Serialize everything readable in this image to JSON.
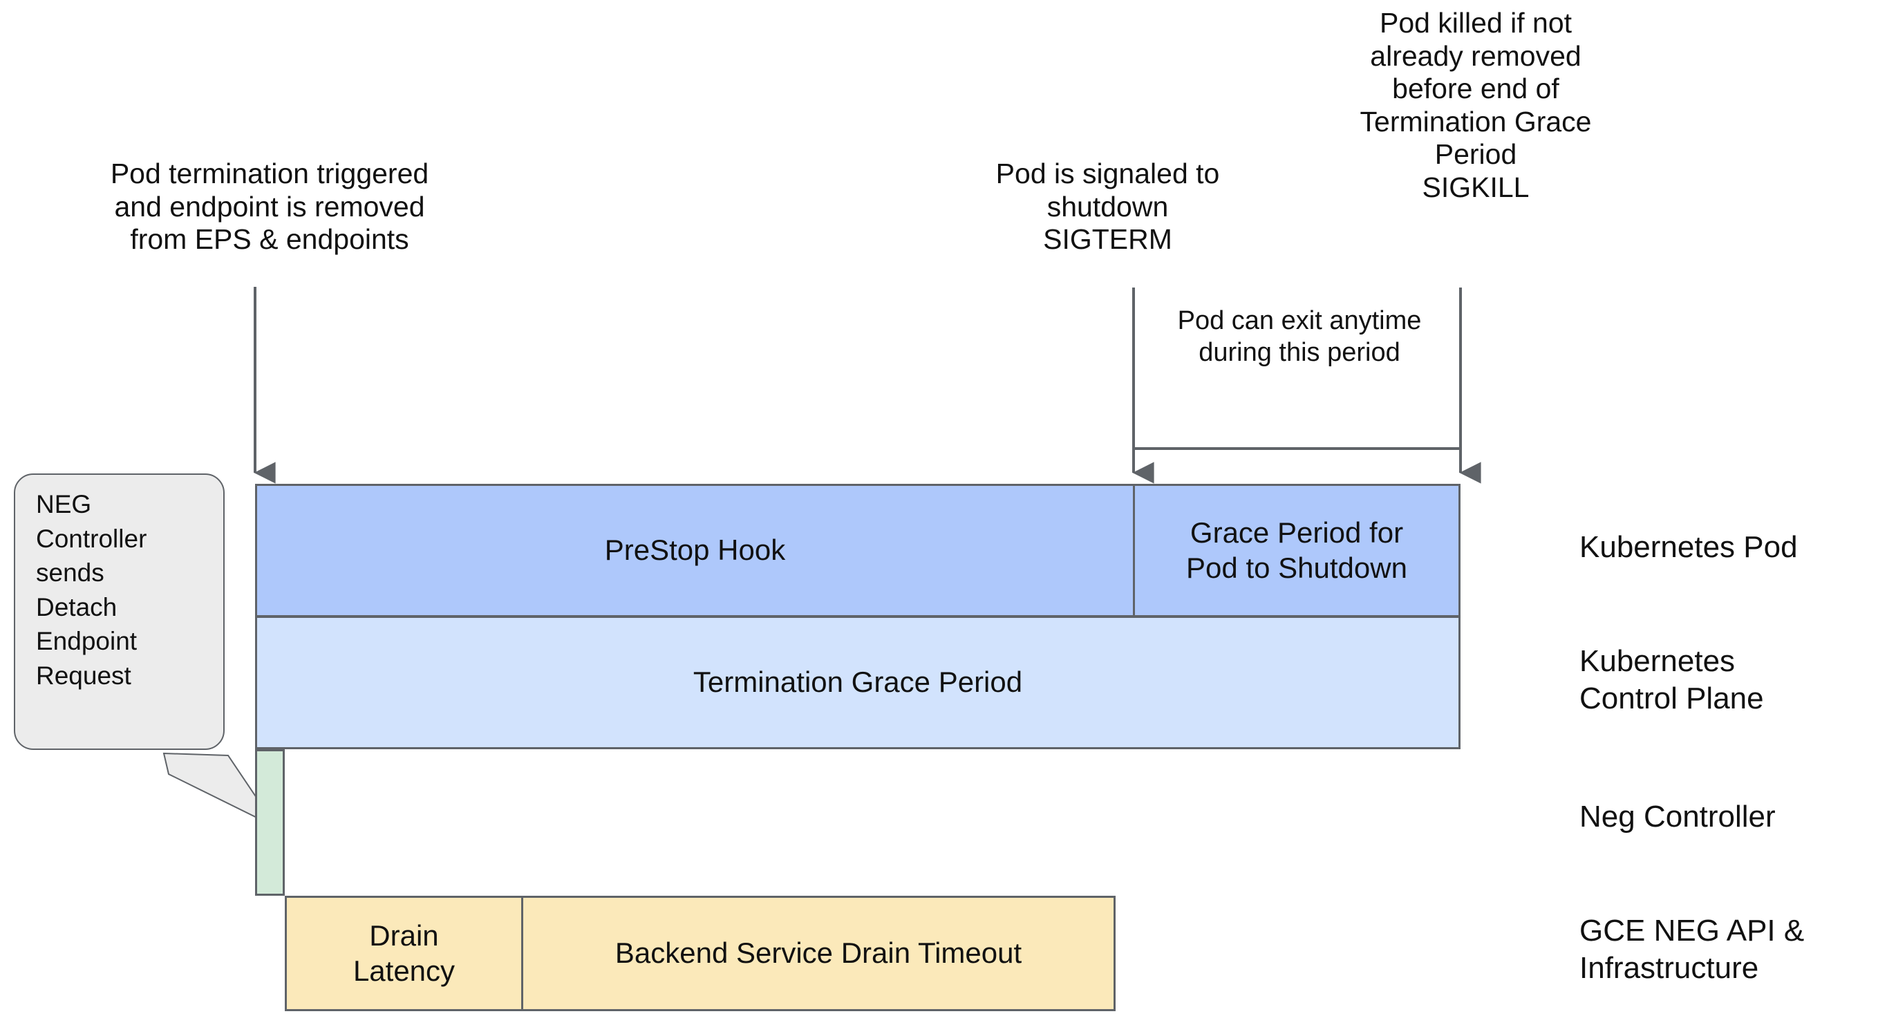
{
  "diagram": {
    "title_annotations": [
      {
        "id": "pod-termination-triggered",
        "text": "Pod termination triggered\nand endpoint is removed\nfrom EPS & endpoints"
      },
      {
        "id": "pod-signaled-shutdown",
        "text": "Pod is signaled to\nshutdown\nSIGTERM"
      },
      {
        "id": "pod-killed-sigkill",
        "text": "Pod killed if not\nalready removed\nbefore end of\nTermination Grace\nPeriod\nSIGKILL"
      },
      {
        "id": "pod-can-exit-anytime",
        "text": "Pod can exit anytime\nduring this period"
      }
    ],
    "callout": {
      "id": "neg-controller-callout",
      "text": "NEG\nController\nsends\nDetach\nEndpoint\nRequest"
    },
    "bars": [
      {
        "id": "prestop-hook",
        "label": "PreStop Hook",
        "color": "#aec8fb"
      },
      {
        "id": "grace-period",
        "label": "Grace Period for\nPod to Shutdown",
        "color": "#aec8fb"
      },
      {
        "id": "termination-grace-period",
        "label": "Termination Grace Period",
        "color": "#d2e3fd"
      },
      {
        "id": "neg-detach",
        "label": "",
        "color": "#d3ead9"
      },
      {
        "id": "drain-latency",
        "label": "Drain\nLatency",
        "color": "#fbe9ba"
      },
      {
        "id": "backend-service-drain-timeout",
        "label": "Backend Service Drain Timeout",
        "color": "#fbe9ba"
      }
    ],
    "lane_labels": [
      {
        "id": "lane-kubernetes-pod",
        "text": "Kubernetes Pod"
      },
      {
        "id": "lane-kubernetes-control-plane",
        "text": "Kubernetes\nControl Plane"
      },
      {
        "id": "lane-neg-controller",
        "text": "Neg Controller"
      },
      {
        "id": "lane-gce-neg-api",
        "text": "GCE NEG API &\nInfrastructure"
      }
    ],
    "colors": {
      "stroke": "#5f6368",
      "dark_blue": "#aec8fb",
      "light_blue": "#d2e3fd",
      "green": "#d3ead9",
      "yellow": "#fbe9ba",
      "callout_bg": "#ececec"
    }
  }
}
